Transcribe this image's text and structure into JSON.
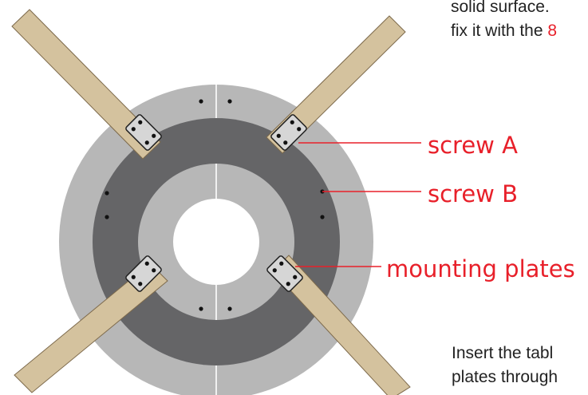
{
  "colors": {
    "outer_ring": "#b7b7b7",
    "middle_ring": "#656567",
    "inner_ring": "#b7b7b7",
    "seam": "#f0f0f0",
    "leg": "#d4c29e",
    "leg_edge": "#7d6a4c",
    "plate": "#d6d6d6",
    "screw": "#111111",
    "accent": "#e8202a",
    "text": "#222222"
  },
  "callouts": [
    {
      "id": "screw-a",
      "label": "screw A"
    },
    {
      "id": "screw-b",
      "label": "screw B"
    },
    {
      "id": "mounting-plates",
      "label": "mounting plates"
    }
  ],
  "notes": {
    "top_line1": "solid surface.",
    "top_line2_prefix": "fix it with the",
    "top_line2_accent": "8",
    "bottom_line1": "Insert the tabl",
    "bottom_line2": "plates through"
  }
}
